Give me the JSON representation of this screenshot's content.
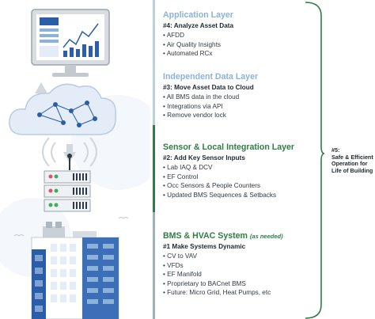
{
  "layers": [
    {
      "title": "Application Layer",
      "title_note": "",
      "step": "#4: Analyze Asset Data",
      "items": [
        "AFDD",
        "Air Quality Insights",
        "Automated RCx"
      ]
    },
    {
      "title": "Independent Data Layer",
      "title_note": "",
      "step": "#3: Move Asset Data to Cloud",
      "items": [
        "All BMS data in the cloud",
        "Integrations via API",
        "Remove vendor lock"
      ]
    },
    {
      "title": "Sensor & Local Integration Layer",
      "title_note": "",
      "step": "#2: Add Key Sensor Inputs",
      "items": [
        "Lab IAQ & DCV",
        "EF Control",
        "Occ Sensors & People Counters",
        "Updated BMS Sequences & Setbacks"
      ]
    },
    {
      "title": "BMS & HVAC System",
      "title_note": "(as needed)",
      "step": "#1 Make Systems Dynamic",
      "items": [
        "CV to VAV",
        "VFDs",
        "EF Manifold",
        "Proprietary to BACnet BMS",
        "Future: Micro Grid, Heat Pumps, etc"
      ]
    }
  ],
  "outcome": {
    "step": "#5:",
    "lines": [
      "Safe & Efficient",
      "Operation for",
      "Life of Building"
    ]
  },
  "colors": {
    "blue_title": "#8bb2d9",
    "green_title": "#2e7d45",
    "illustration_blue": "#2b5ea8",
    "illustration_light": "#e3ecf7"
  },
  "icons": [
    "monitor-icon",
    "cloud-network-icon",
    "server-rack-icon",
    "building-icon"
  ]
}
